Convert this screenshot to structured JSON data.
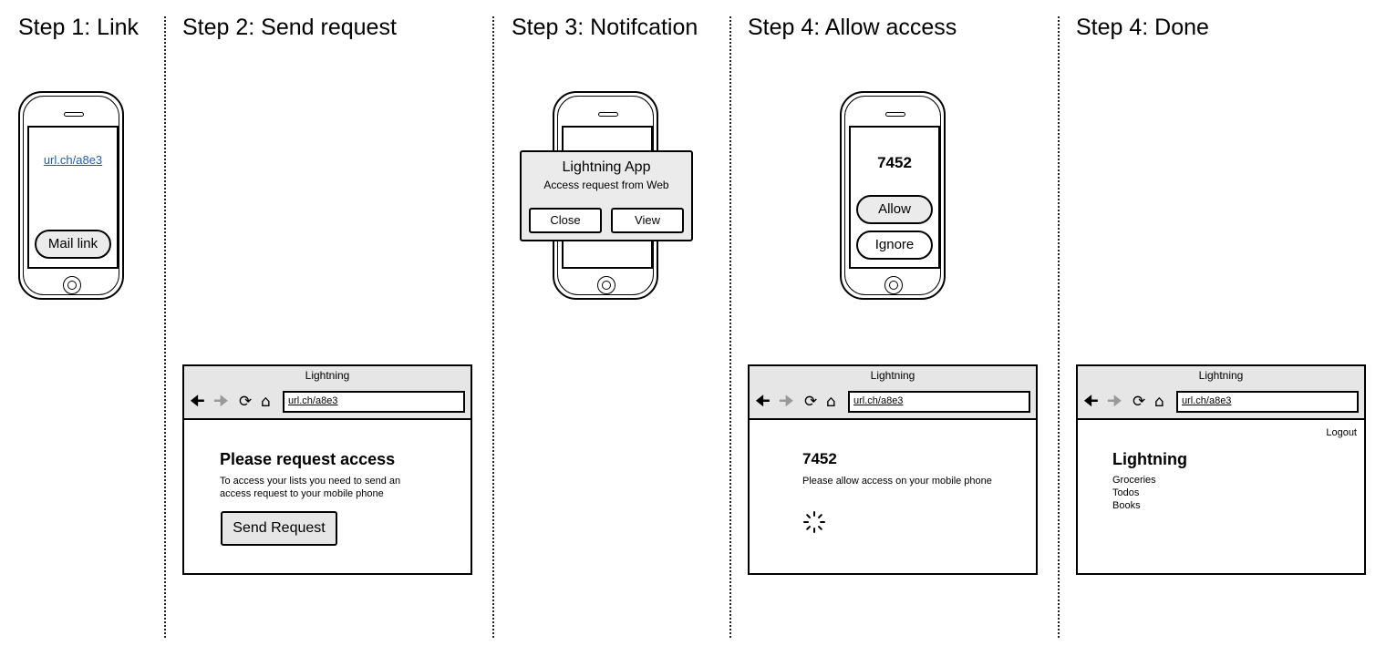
{
  "steps": [
    {
      "title": "Step 1: Link"
    },
    {
      "title": "Step 2: Send request"
    },
    {
      "title": "Step 3: Notifcation"
    },
    {
      "title": "Step 4: Allow access"
    },
    {
      "title": "Step 4: Done"
    }
  ],
  "step1": {
    "link_text": "url.ch/a8e3",
    "mail_button": "Mail link"
  },
  "step2": {
    "browser_title": "Lightning",
    "url": "url.ch/a8e3",
    "heading": "Please request access",
    "text_line1": "To access your lists you need to send an",
    "text_line2": "access request to your mobile phone",
    "send_button": "Send Request"
  },
  "step3": {
    "notification_title": "Lightning App",
    "notification_text": "Access request from Web",
    "close_button": "Close",
    "view_button": "View"
  },
  "step4": {
    "code": "7452",
    "allow_button": "Allow",
    "ignore_button": "Ignore",
    "browser_title": "Lightning",
    "url": "url.ch/a8e3",
    "browser_code": "7452",
    "browser_text": "Please allow access on your mobile phone"
  },
  "step5": {
    "browser_title": "Lightning",
    "url": "url.ch/a8e3",
    "logout": "Logout",
    "heading": "Lightning",
    "lists": [
      "Groceries",
      "Todos",
      "Books"
    ]
  },
  "icons": {
    "back": "arrow-left-icon",
    "forward": "arrow-right-icon",
    "reload": "reload-icon",
    "home": "home-icon",
    "spinner": "spinner-icon"
  }
}
